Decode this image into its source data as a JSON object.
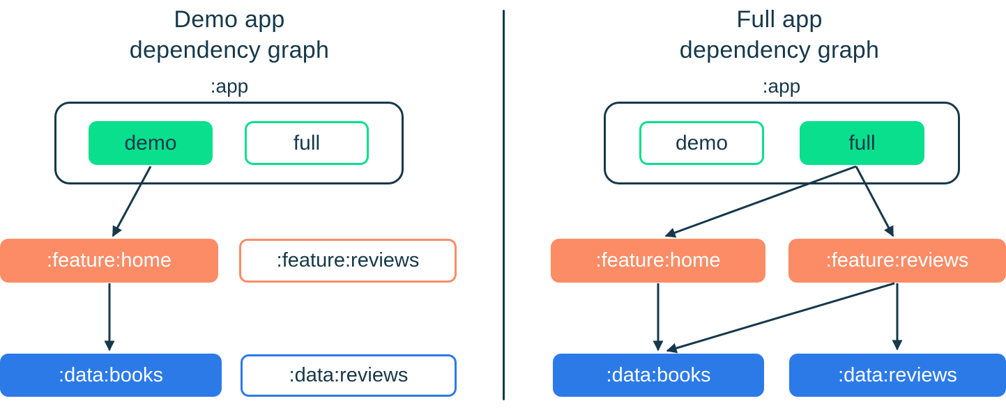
{
  "figure": "Module dependency graphs comparing app product flavors",
  "colors": {
    "navy": "#16384a",
    "green": "#0adf8d",
    "salmon": "#fb8c66",
    "blue": "#2b7ae8",
    "text_on_dark": "#ffffff"
  },
  "panels": {
    "demo": {
      "title_line1": "Demo app",
      "title_line2": "dependency graph",
      "app_label": ":app",
      "modules": {
        "flavor_demo": {
          "label": "demo",
          "state": "included"
        },
        "flavor_full": {
          "label": "full",
          "state": "excluded"
        },
        "feature_home": {
          "label": ":feature:home",
          "state": "included"
        },
        "feature_reviews": {
          "label": ":feature:reviews",
          "state": "excluded"
        },
        "data_books": {
          "label": ":data:books",
          "state": "included"
        },
        "data_reviews": {
          "label": ":data:reviews",
          "state": "excluded"
        }
      },
      "edges": [
        {
          "from": "demo",
          "to": ":feature:home"
        },
        {
          "from": ":feature:home",
          "to": ":data:books"
        }
      ]
    },
    "full": {
      "title_line1": "Full app",
      "title_line2": "dependency graph",
      "app_label": ":app",
      "modules": {
        "flavor_demo": {
          "label": "demo",
          "state": "excluded"
        },
        "flavor_full": {
          "label": "full",
          "state": "included"
        },
        "feature_home": {
          "label": ":feature:home",
          "state": "included"
        },
        "feature_reviews": {
          "label": ":feature:reviews",
          "state": "included"
        },
        "data_books": {
          "label": ":data:books",
          "state": "included"
        },
        "data_reviews": {
          "label": ":data:reviews",
          "state": "included"
        }
      },
      "edges": [
        {
          "from": "full",
          "to": ":feature:home"
        },
        {
          "from": "full",
          "to": ":feature:reviews"
        },
        {
          "from": ":feature:home",
          "to": ":data:books"
        },
        {
          "from": ":feature:reviews",
          "to": ":data:books"
        },
        {
          "from": ":feature:reviews",
          "to": ":data:reviews"
        }
      ]
    }
  }
}
